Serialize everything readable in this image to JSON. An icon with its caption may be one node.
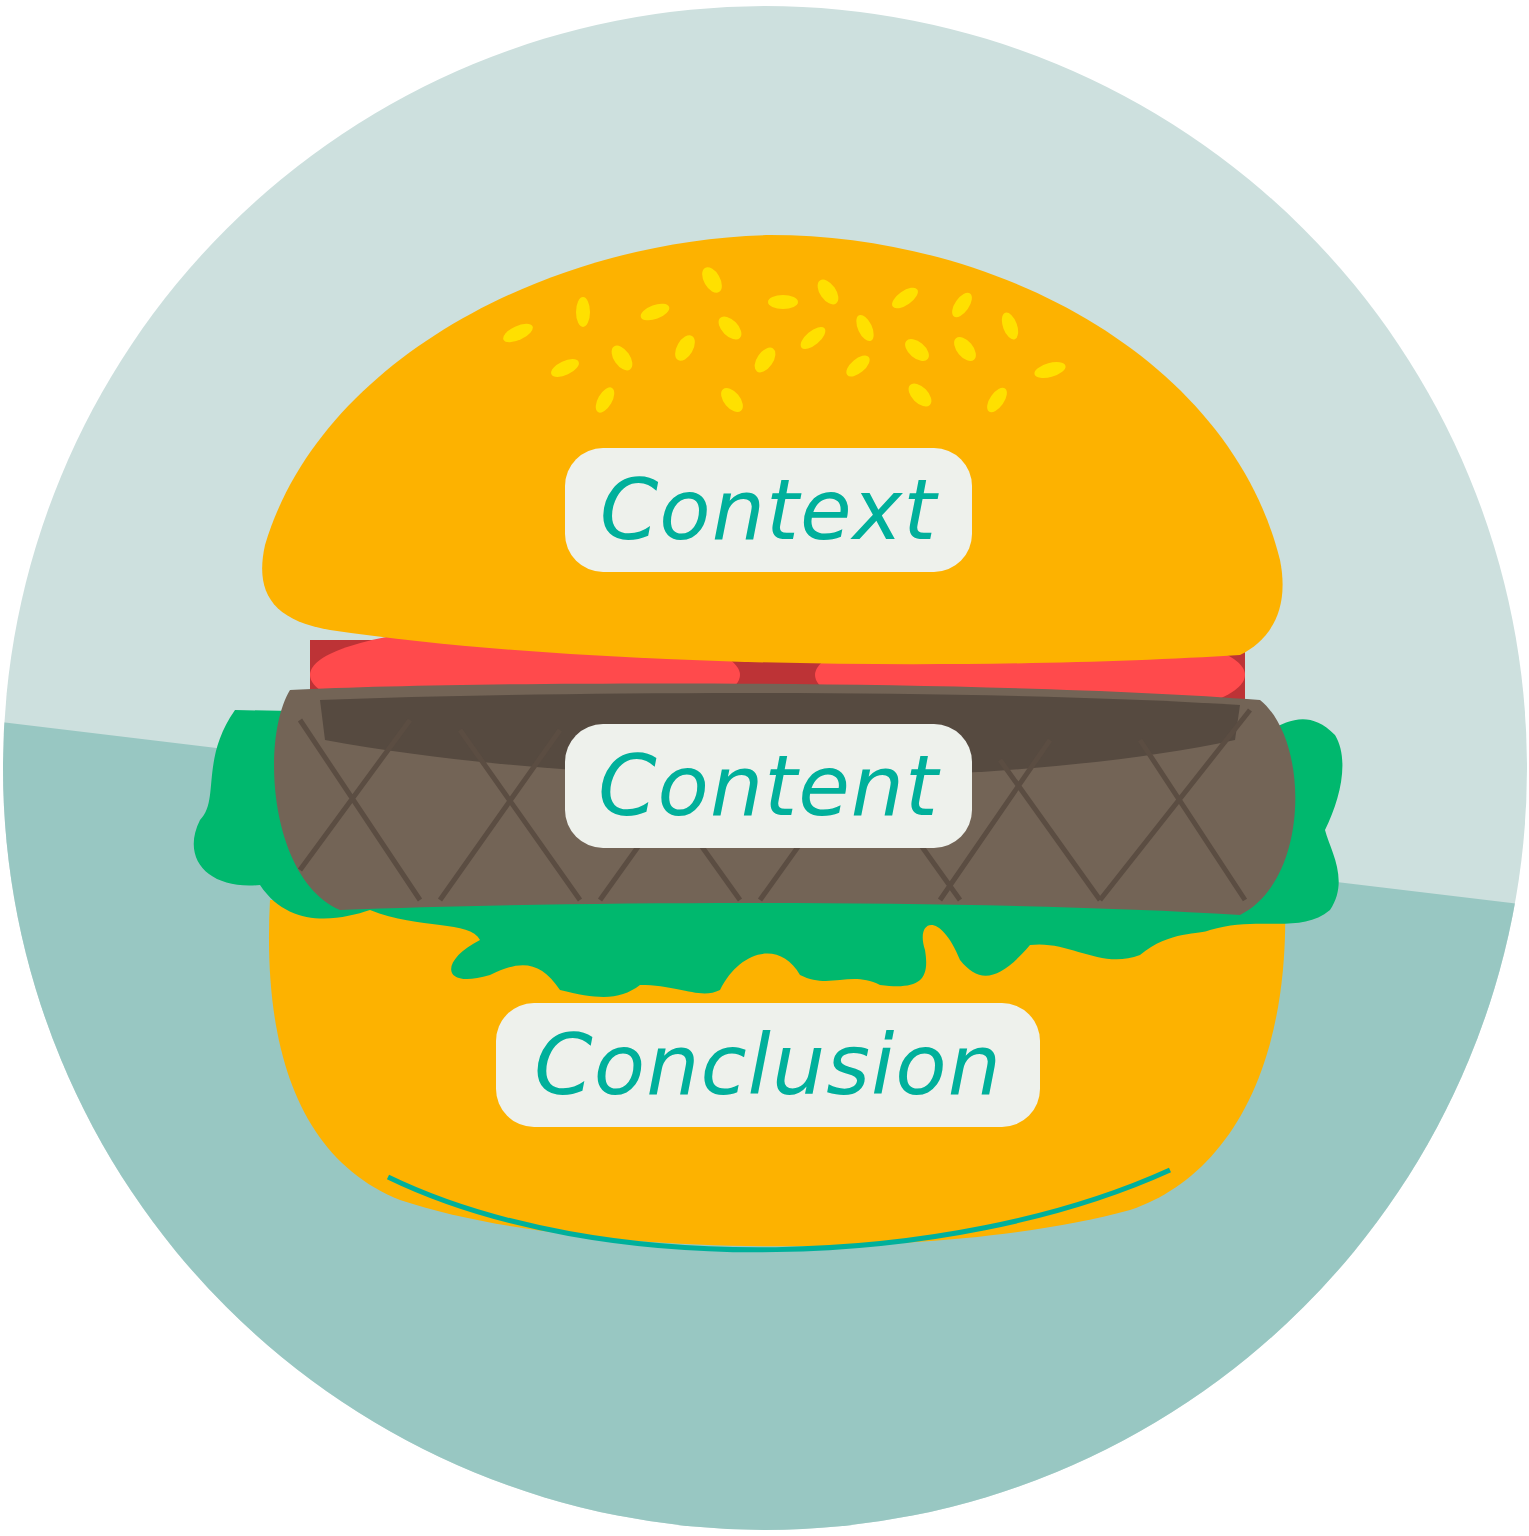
{
  "diagram": {
    "nodes": [
      {
        "text": [
          "Context"
        ]
      },
      {
        "text": [
          "Content"
        ]
      },
      {
        "text": [
          "Conclusion"
        ]
      }
    ]
  }
}
